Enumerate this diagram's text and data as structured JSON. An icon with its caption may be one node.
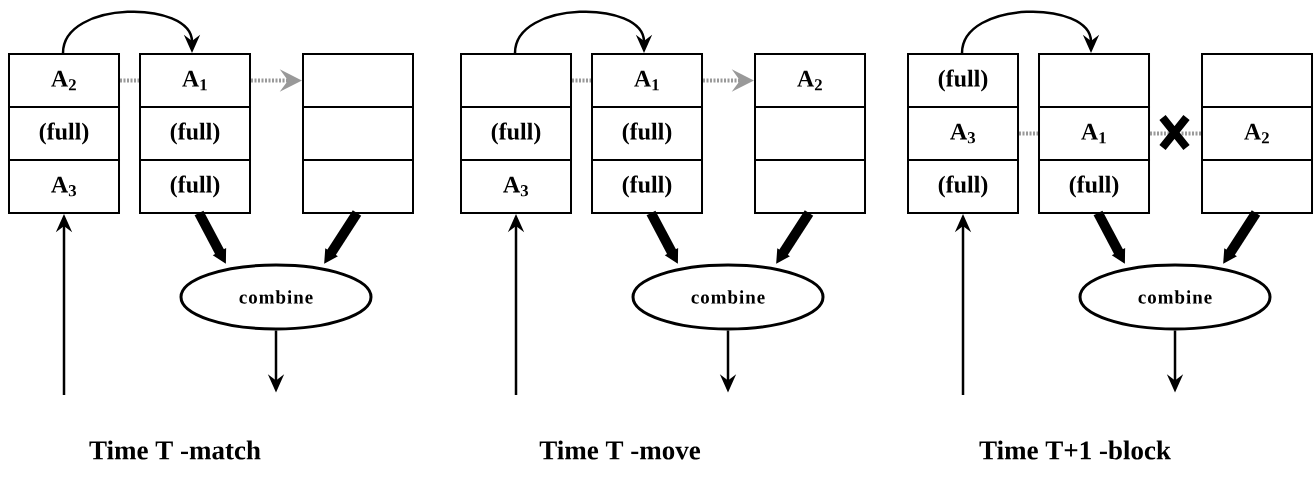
{
  "diagram": {
    "nodes": [
      {
        "text": [
          "A$_{2}$"
        ]
      },
      {
        "text": [
          "(full)"
        ]
      },
      {
        "text": [
          "A$_{3}$"
        ]
      },
      {
        "text": [
          "A$_{1}$"
        ]
      },
      {
        "text": [
          "(full)"
        ]
      },
      {
        "text": [
          "(full)"
        ]
      },
      {
        "text": [],
        "shape": "box"
      },
      {
        "text": [],
        "shape": "box"
      },
      {
        "text": [],
        "shape": "box"
      },
      {
        "text": [
          "combine"
        ]
      },
      {
        "text": [],
        "shape": "box"
      },
      {
        "text": [
          "(full)"
        ]
      },
      {
        "text": [
          "A$_{3}$"
        ]
      },
      {
        "text": [
          "A$_{1}$"
        ]
      },
      {
        "text": [
          "(full)"
        ]
      },
      {
        "text": [
          "(full)"
        ]
      },
      {
        "text": [
          "A$_{2}$"
        ]
      },
      {
        "text": [],
        "shape": "box"
      },
      {
        "text": [],
        "shape": "box"
      },
      {
        "text": [
          "combine"
        ]
      },
      {
        "text": [
          "(full)"
        ]
      },
      {
        "text": [
          "A$_{3}$"
        ]
      },
      {
        "text": [
          "(full)"
        ]
      },
      {
        "text": [],
        "shape": "box"
      },
      {
        "text": [
          "A$_{1}$"
        ]
      },
      {
        "text": [
          "(full)"
        ]
      },
      {
        "text": [],
        "shape": "box"
      },
      {
        "text": [
          "A$_{2}$"
        ]
      },
      {
        "text": [],
        "shape": "box"
      },
      {
        "text": [
          "combine"
        ]
      }
    ],
    "edges": [
      {
        "from": 0,
        "to": 3,
        "arrow": "to"
      },
      {
        "from": 0,
        "to": 3,
        "arrow": "none",
        "style": "dashed",
        "color": "#999999"
      },
      {
        "from": 3,
        "to": 6,
        "arrow": "to",
        "style": "dashed",
        "color": "#999999"
      },
      {
        "from": 5,
        "to": 9,
        "arrow": "to",
        "style": "thick"
      },
      {
        "from": 8,
        "to": 9,
        "arrow": "to",
        "style": "thick"
      },
      {
        "from": null,
        "to": 2,
        "arrow": "to"
      },
      {
        "from": 9,
        "to": null,
        "arrow": "to"
      },
      {
        "from": 10,
        "to": 13,
        "arrow": "to"
      },
      {
        "from": 10,
        "to": 13,
        "arrow": "none",
        "style": "dashed",
        "color": "#999999"
      },
      {
        "from": 13,
        "to": 16,
        "arrow": "to",
        "style": "dashed",
        "color": "#999999"
      },
      {
        "from": 15,
        "to": 19,
        "arrow": "to",
        "style": "thick"
      },
      {
        "from": 18,
        "to": 19,
        "arrow": "to",
        "style": "thick"
      },
      {
        "from": null,
        "to": 12,
        "arrow": "to"
      },
      {
        "from": 19,
        "to": null,
        "arrow": "to"
      },
      {
        "from": 20,
        "to": 23,
        "arrow": "to"
      },
      {
        "from": 21,
        "to": 24,
        "arrow": "none",
        "style": "dashed",
        "color": "#999999"
      },
      {
        "from": 24,
        "to": 27,
        "arrow": "none",
        "style": "dashed",
        "color": "#999999"
      },
      {
        "from": 25,
        "to": 29,
        "arrow": "to",
        "style": "thick"
      },
      {
        "from": 28,
        "to": 29,
        "arrow": "to",
        "style": "thick"
      },
      {
        "from": null,
        "to": 22,
        "arrow": "to"
      },
      {
        "from": 29,
        "to": null,
        "arrow": "to"
      }
    ],
    "labels": [
      "Time T -match",
      "Time T -move",
      "Time T+1 -block"
    ]
  }
}
